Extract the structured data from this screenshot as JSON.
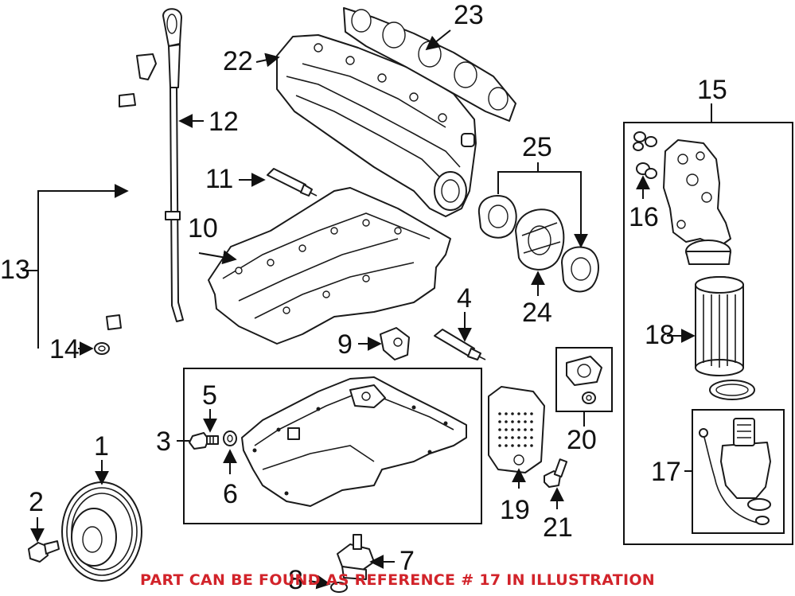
{
  "callouts": {
    "c1": "1",
    "c2": "2",
    "c3": "3",
    "c4": "4",
    "c5": "5",
    "c6": "6",
    "c7": "7",
    "c8": "8",
    "c9": "9",
    "c10": "10",
    "c11": "11",
    "c12": "12",
    "c13": "13",
    "c14": "14",
    "c15": "15",
    "c16": "16",
    "c17": "17",
    "c18": "18",
    "c19": "19",
    "c20": "20",
    "c21": "21",
    "c22": "22",
    "c23": "23",
    "c24": "24",
    "c25": "25"
  },
  "footer_note": "PART CAN BE FOUND AS REFERENCE # 17 IN ILLUSTRATION",
  "colors": {
    "line": "#1a1a1a",
    "note": "#d2232a"
  }
}
